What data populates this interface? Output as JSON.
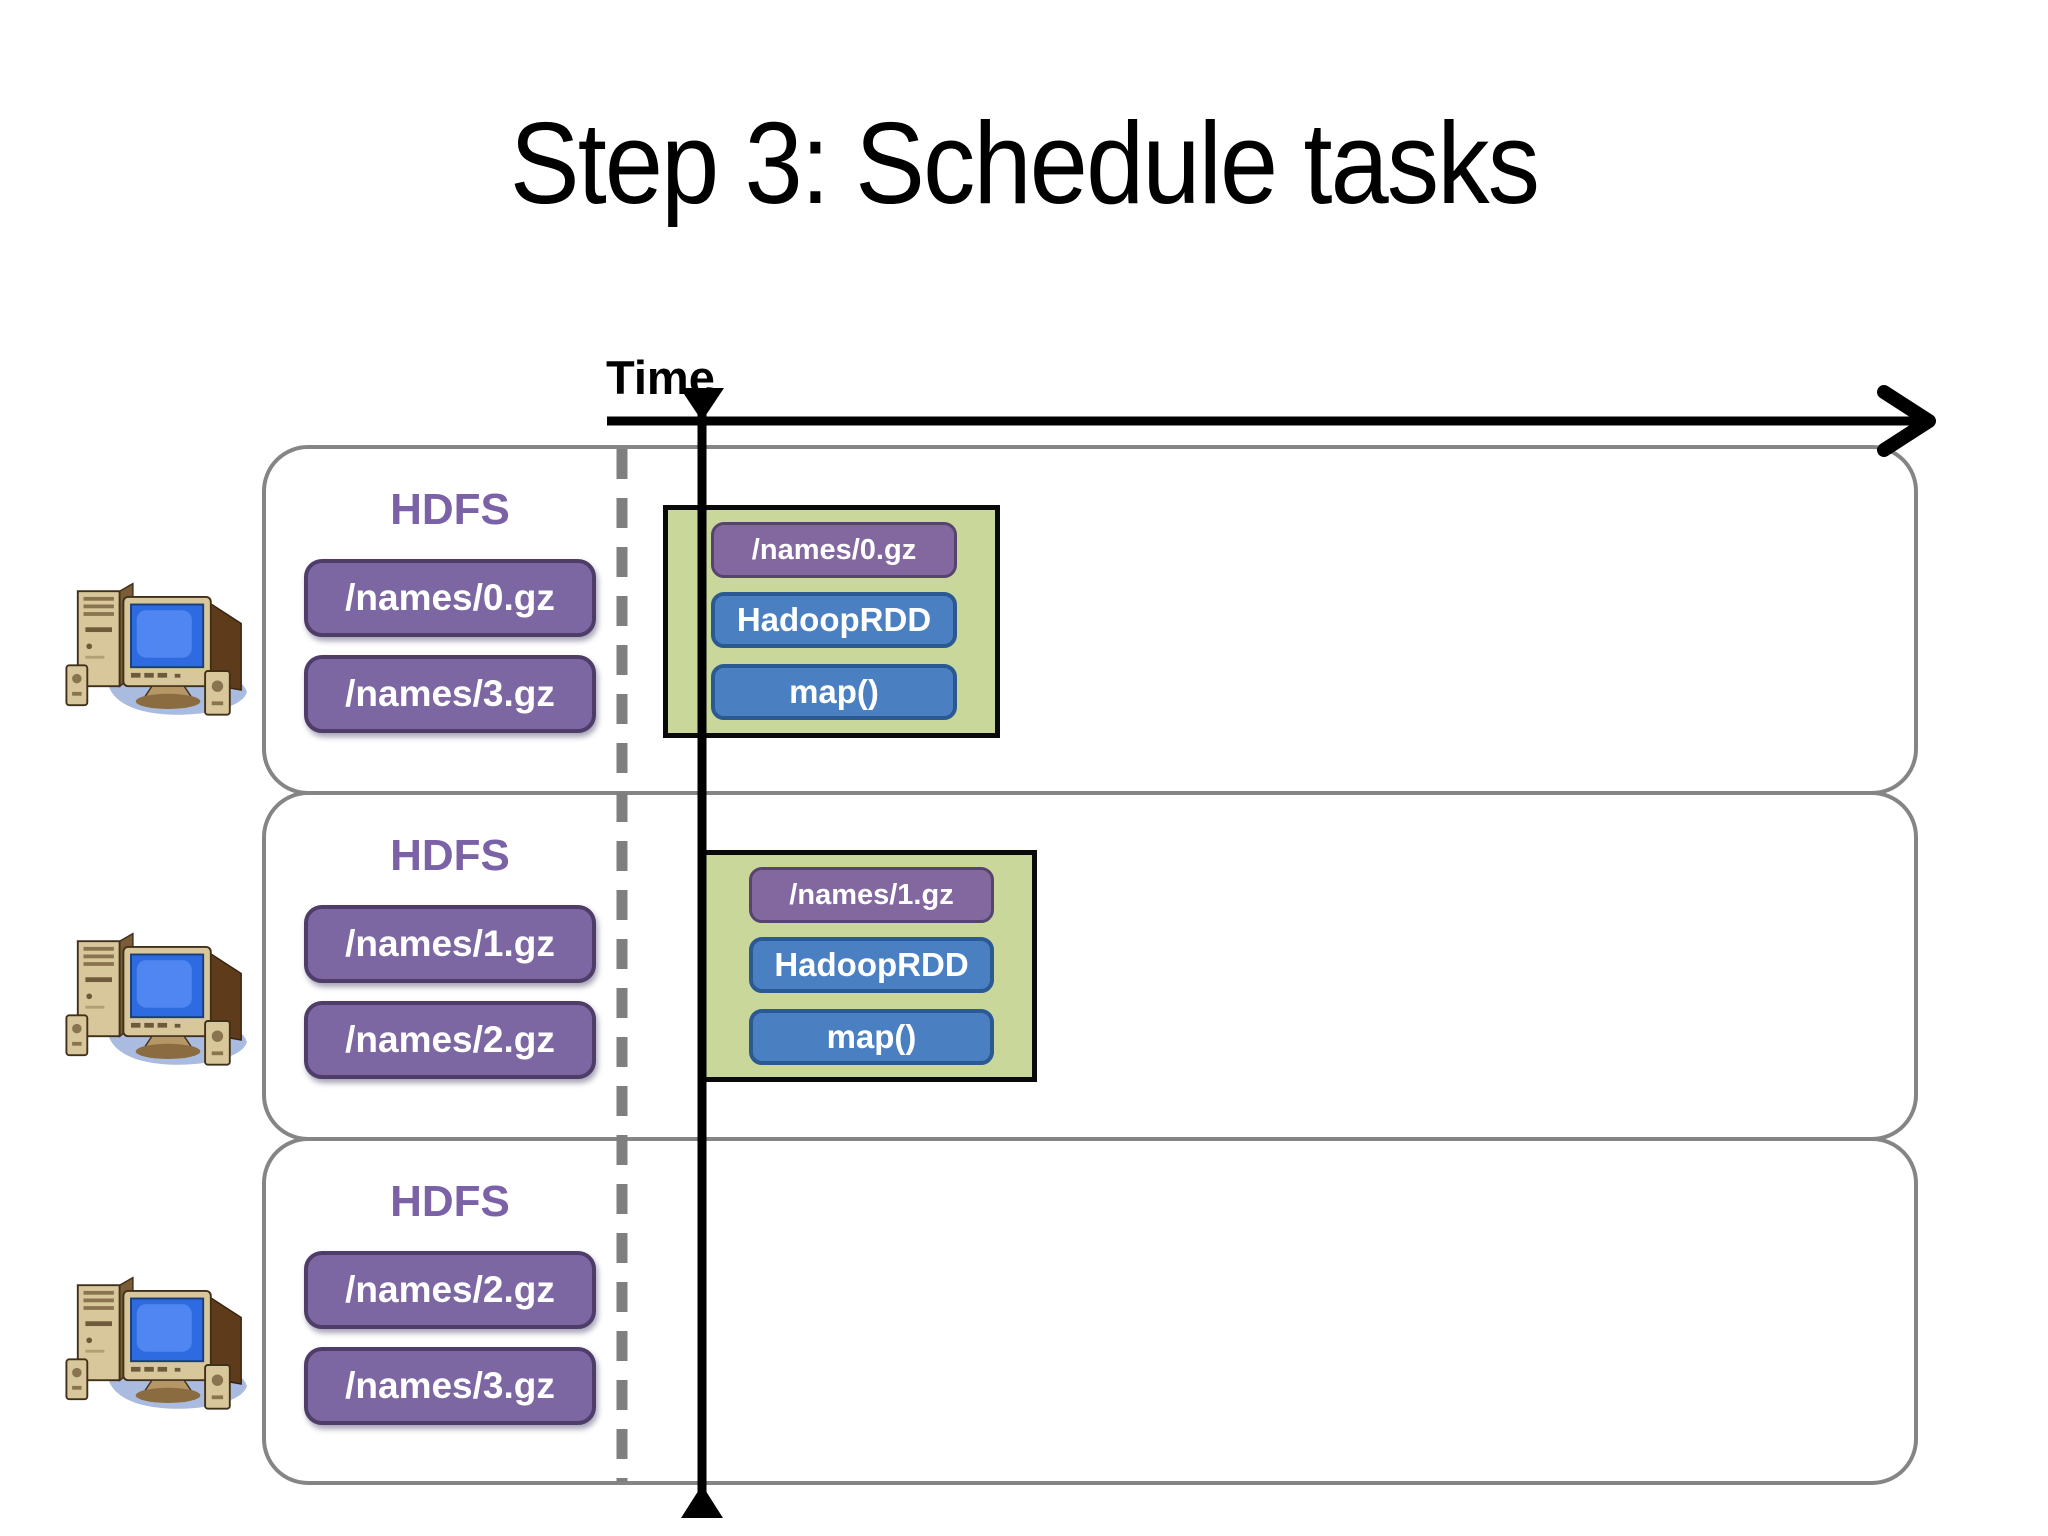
{
  "title": "Step 3: Schedule tasks",
  "timeline": {
    "label": "Time"
  },
  "nodes": [
    {
      "hdfs_label": "HDFS",
      "files": [
        "/names/0.gz",
        "/names/3.gz"
      ],
      "task": {
        "file": "/names/0.gz",
        "rdd": "HadoopRDD",
        "op": "map()"
      }
    },
    {
      "hdfs_label": "HDFS",
      "files": [
        "/names/1.gz",
        "/names/2.gz"
      ],
      "task": {
        "file": "/names/1.gz",
        "rdd": "HadoopRDD",
        "op": "map()"
      }
    },
    {
      "hdfs_label": "HDFS",
      "files": [
        "/names/2.gz",
        "/names/3.gz"
      ]
    }
  ],
  "colors": {
    "hdfs_text": "#7b62a6",
    "file_box_fill": "#7d67a3",
    "file_box_border": "#4e3d68",
    "rdd_box_fill": "#4a80c1",
    "rdd_box_border": "#2b5991",
    "task_group_fill": "#c9d79b",
    "task_group_border": "#0a0a0a",
    "node_border": "#858585",
    "dashed_line": "#7f7f7f",
    "timeline_arrow": "#000000"
  }
}
